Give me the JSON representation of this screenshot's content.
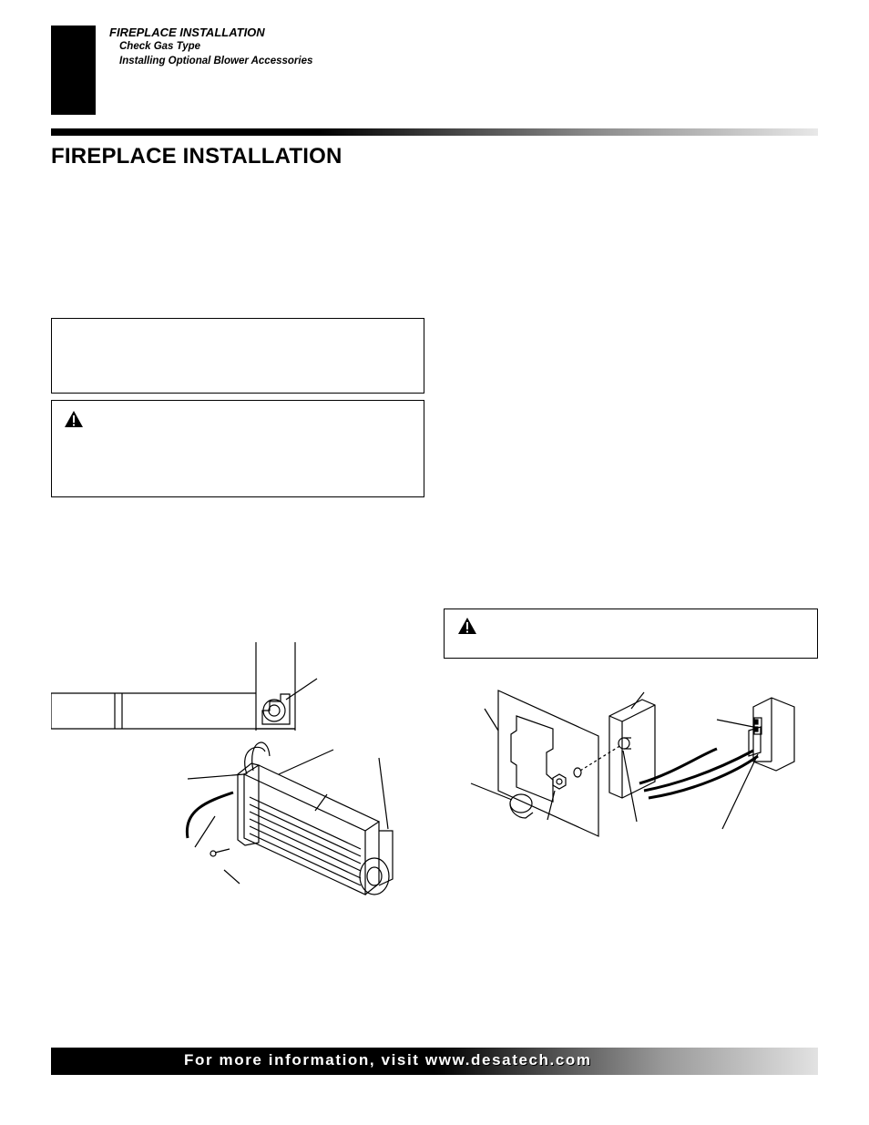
{
  "header": {
    "section": "FIREPLACE INSTALLATION",
    "subitems": [
      "Check Gas Type",
      "Installing Optional Blower Accessories"
    ]
  },
  "page_title": "FIREPLACE INSTALLATION",
  "footer": {
    "text": "For more information, visit www.desatech.com"
  },
  "icons": {
    "warning": "warning-triangle-icon"
  }
}
